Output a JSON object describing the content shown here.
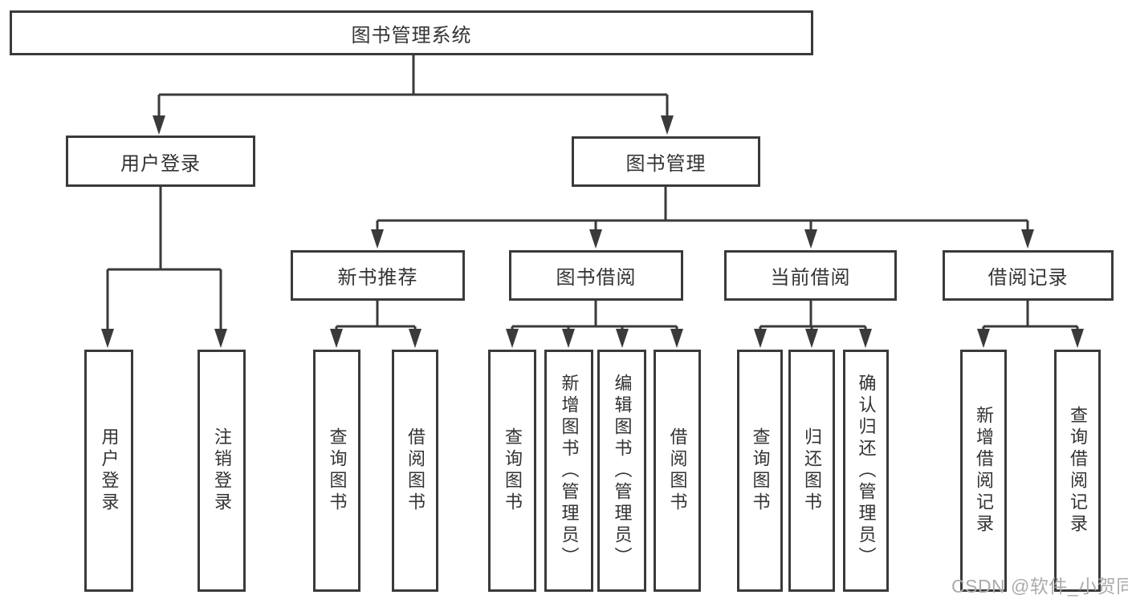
{
  "colors": {
    "line": "#3a3a3a",
    "text": "#333333",
    "background": "#ffffff",
    "watermark": "#ababab"
  },
  "watermark": "CSDN @软件_小贺同学",
  "tree": {
    "root": {
      "label": "图书管理系统"
    },
    "level2": [
      {
        "label": "用户登录",
        "children": [
          {
            "label": "用户登录"
          },
          {
            "label": "注销登录"
          }
        ]
      },
      {
        "label": "图书管理",
        "children": [
          {
            "label": "新书推荐",
            "children": [
              {
                "label": "查询图书"
              },
              {
                "label": "借阅图书"
              }
            ]
          },
          {
            "label": "图书借阅",
            "children": [
              {
                "label": "查询图书"
              },
              {
                "label": "新增图书（管理员）"
              },
              {
                "label": "编辑图书（管理员）"
              },
              {
                "label": "借阅图书"
              }
            ]
          },
          {
            "label": "当前借阅",
            "children": [
              {
                "label": "查询图书"
              },
              {
                "label": "归还图书"
              },
              {
                "label": "确认归还（管理员）"
              }
            ]
          },
          {
            "label": "借阅记录",
            "children": [
              {
                "label": "新增借阅记录"
              },
              {
                "label": "查询借阅记录"
              }
            ]
          }
        ]
      }
    ]
  }
}
